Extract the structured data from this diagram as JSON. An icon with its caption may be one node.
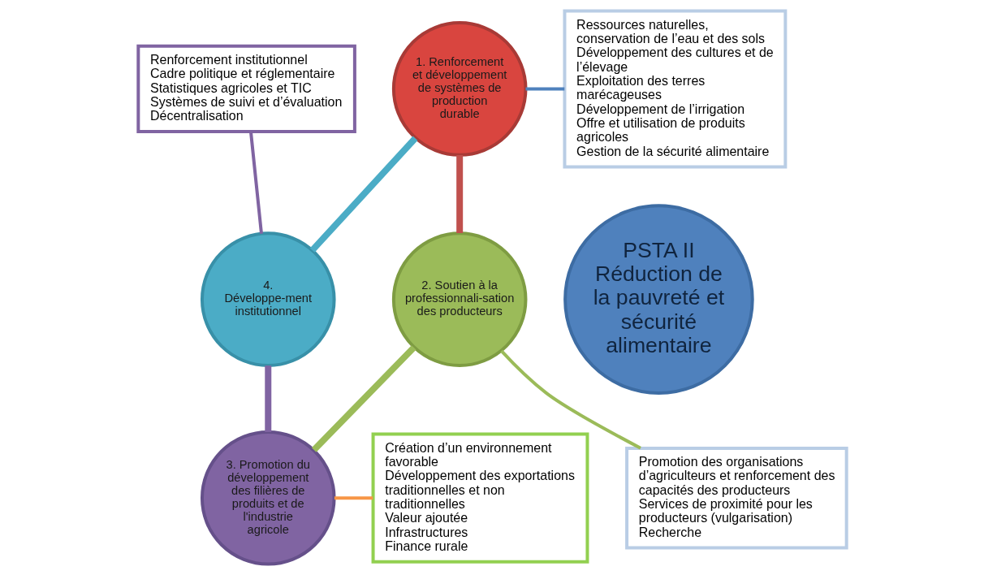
{
  "diagram": {
    "nodes": [
      {
        "text": [
          "Renforcement institutionnel",
          "Cadre politique et réglementaire",
          "Statistiques agricoles et TIC",
          "Systèmes de suivi et d’évaluation",
          "Décentralisation"
        ]
      },
      {
        "text": [
          "1. Renforcement et développement de systèmes de production durable"
        ]
      },
      {
        "text": [
          "Ressources naturelles, conservation de l’eau et des sols",
          "Développement des cultures et de l’élevage",
          "Exploitation des terres marécageuses",
          "Développement de l’irrigation",
          "Offre et utilisation de produits agricoles",
          "Gestion de la sécurité alimentaire"
        ]
      },
      {
        "text": [
          "4. Développe-ment institutionnel"
        ]
      },
      {
        "text": [
          "PSTA II Réduction de la pauvreté et sécurité alimentaire"
        ]
      },
      {
        "text": [
          "2. Soutien à la professionnali-sation des producteurs"
        ]
      },
      {
        "text": [
          "Création d’un environnement favorable",
          "Développement des exportations traditionnelles et non traditionnelles",
          "Valeur ajoutée",
          "Infrastructures",
          "Finance rurale"
        ]
      },
      {
        "text": [
          "3. Promotion du développement des filières de produits et de l'industrie agricole"
        ]
      },
      {
        "text": [
          "Promotion des organisations d’agriculteurs et renforcement des capacités des producteurs",
          "Services de proximité pour les producteurs (vulgarisation)",
          "Recherche"
        ]
      }
    ],
    "edges": [
      {
        "from": 0,
        "to": 3,
        "arrow": "none",
        "color": "#8064a2"
      },
      {
        "from": 1,
        "to": 2,
        "arrow": "none",
        "color": "#4f81bd"
      },
      {
        "from": 5,
        "to": 8,
        "arrow": "none",
        "color": "#9bbb59"
      },
      {
        "from": 7,
        "to": 6,
        "arrow": "none",
        "color": "#f79646"
      },
      {
        "from": 1,
        "to": 5,
        "arrow": "none",
        "color": "#c0504d",
        "style": "thick"
      },
      {
        "from": 5,
        "to": 7,
        "arrow": "none",
        "color": "#9bbb59",
        "style": "thick"
      },
      {
        "from": 7,
        "to": 3,
        "arrow": "none",
        "color": "#8064a2",
        "style": "thick"
      },
      {
        "from": 3,
        "to": 1,
        "arrow": "none",
        "color": "#4bacc6",
        "style": "thick"
      }
    ]
  }
}
